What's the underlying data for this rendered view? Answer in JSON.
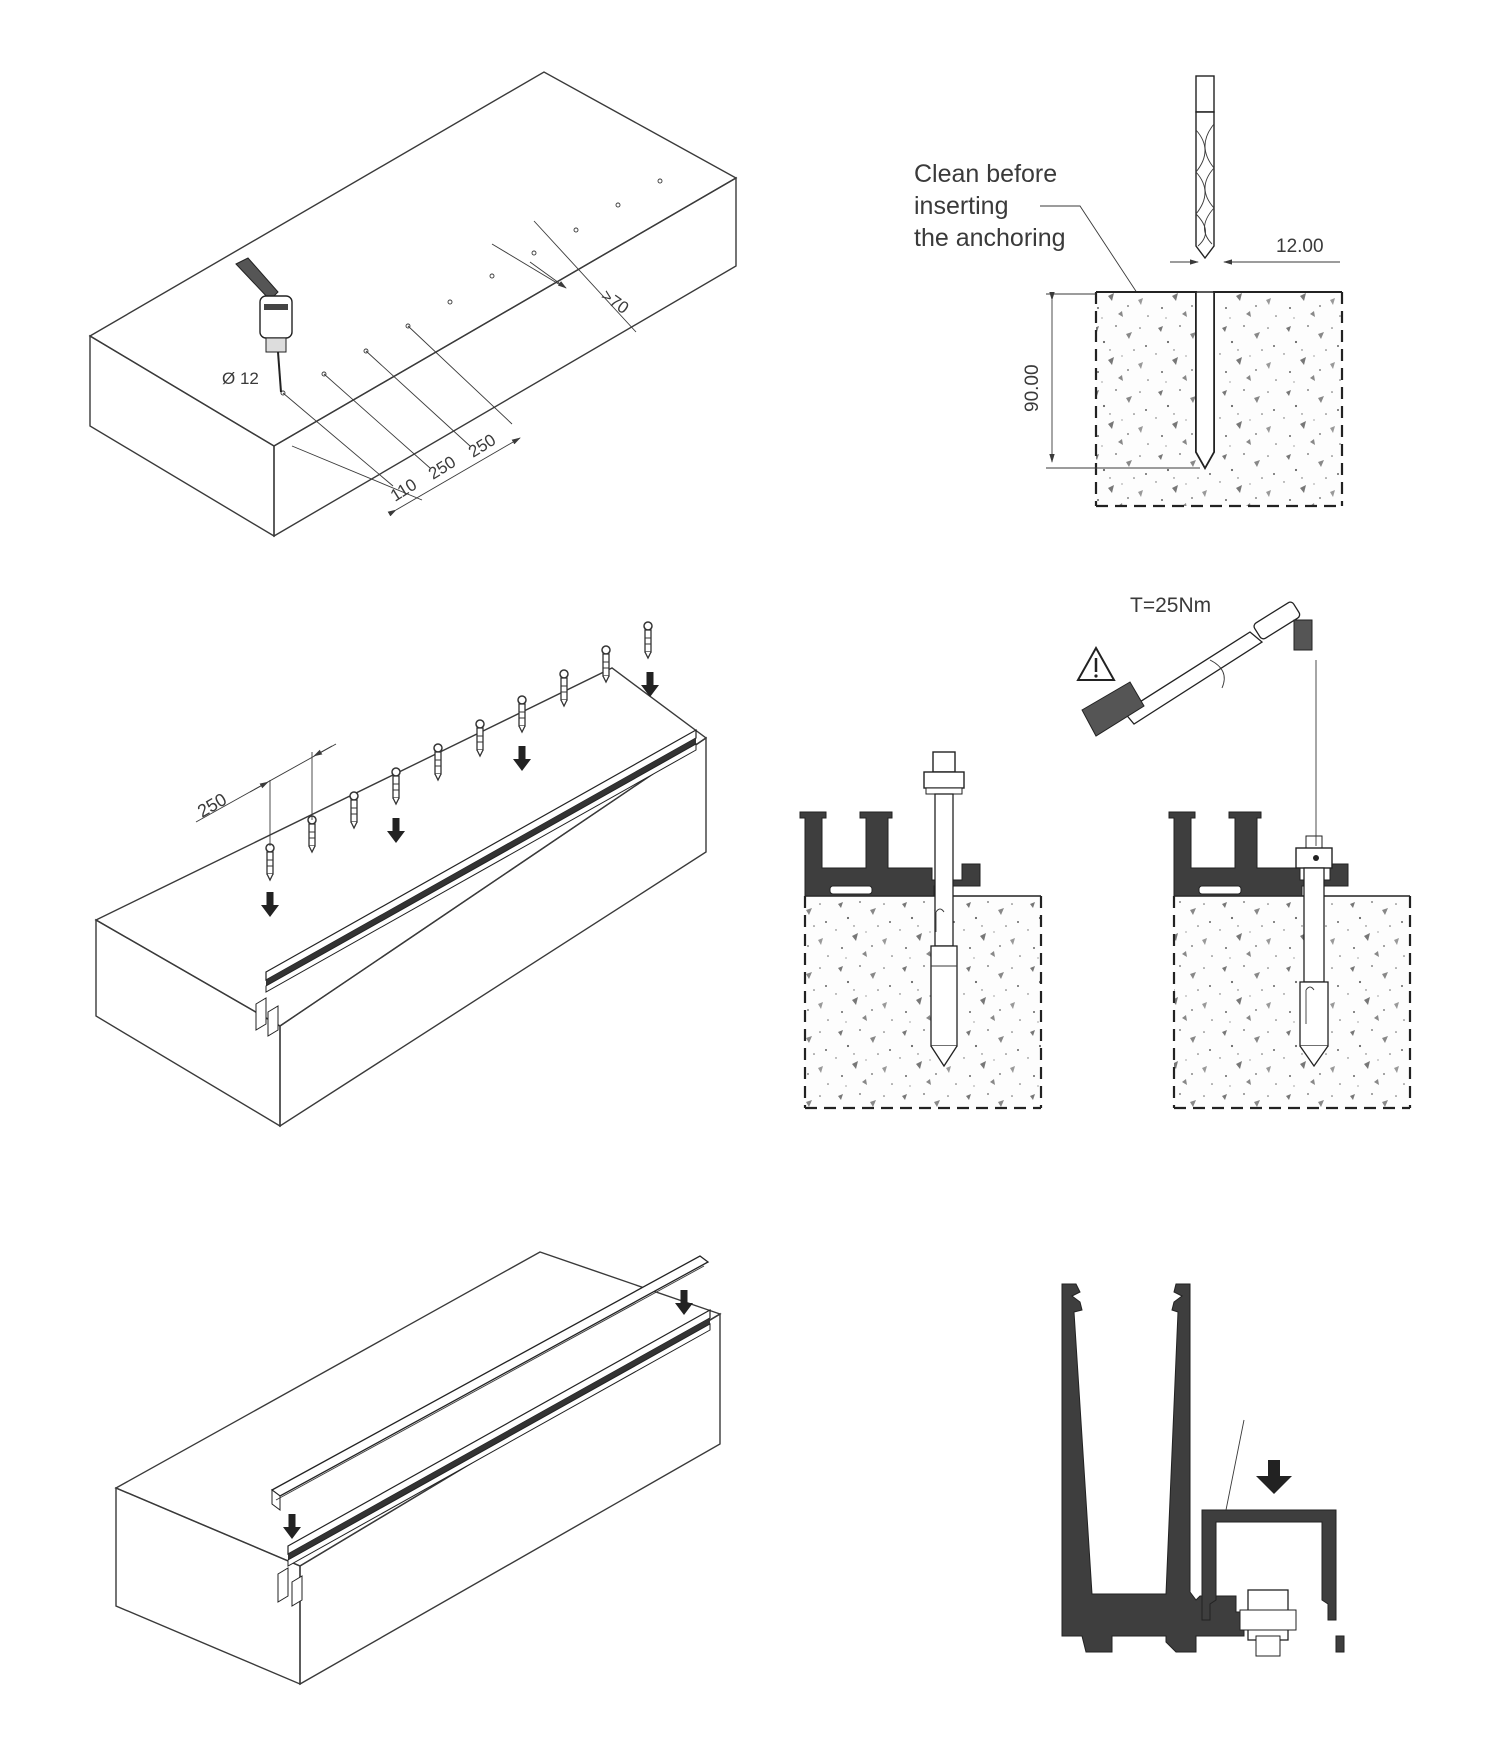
{
  "step1": {
    "drill_diameter": "Ø 12",
    "dim_110": "110",
    "dim_250a": "250",
    "dim_250b": "250",
    "dim_70": ">70"
  },
  "section_drill": {
    "note_line1": "Clean before",
    "note_line2": "inserting",
    "note_line3": "the anchoring",
    "hole_width": "12.00",
    "hole_depth": "90.00"
  },
  "step2": {
    "spacing": "250"
  },
  "section_anchor": {
    "torque": "T=25Nm"
  },
  "icons": [
    "drill-icon",
    "drill-bit-icon",
    "torque-wrench-icon",
    "warning-icon",
    "down-arrow-icon"
  ]
}
